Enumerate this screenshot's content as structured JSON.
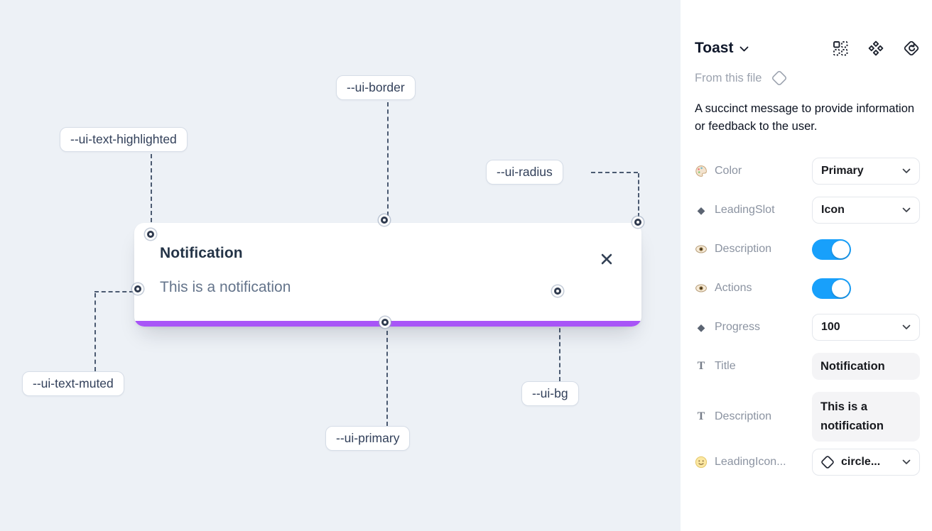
{
  "canvas": {
    "toast": {
      "title": "Notification",
      "description": "This is a notification",
      "progress_color": "#a855f7"
    },
    "labels": [
      {
        "text": "--ui-border"
      },
      {
        "text": "--ui-text-highlighted"
      },
      {
        "text": "--ui-radius"
      },
      {
        "text": "--ui-text-muted"
      },
      {
        "text": "--ui-primary"
      },
      {
        "text": "--ui-bg"
      }
    ],
    "background": "#edf1f6"
  },
  "panel": {
    "title": "Toast",
    "source": "From this file",
    "description": "A succinct message to provide information or feedback to the user.",
    "toggle_color": "#18a0fb",
    "properties": [
      {
        "label": "Color",
        "icon": "palette-icon",
        "control": "select",
        "value": "Primary"
      },
      {
        "label": "LeadingSlot",
        "icon": "diamond-icon",
        "control": "select",
        "value": "Icon"
      },
      {
        "label": "Description",
        "icon": "eye-icon",
        "control": "toggle",
        "value": "on"
      },
      {
        "label": "Actions",
        "icon": "eye-icon",
        "control": "toggle",
        "value": "on"
      },
      {
        "label": "Progress",
        "icon": "diamond-icon",
        "control": "select",
        "value": "100"
      },
      {
        "label": "Title",
        "icon": "text-icon",
        "control": "textfield",
        "value": "Notification"
      },
      {
        "label": "Description",
        "icon": "text-icon",
        "control": "textfield",
        "value": "This is a notification"
      },
      {
        "label": "LeadingIcon...",
        "icon": "smiley-icon",
        "control": "select",
        "value": "circle..."
      }
    ]
  }
}
